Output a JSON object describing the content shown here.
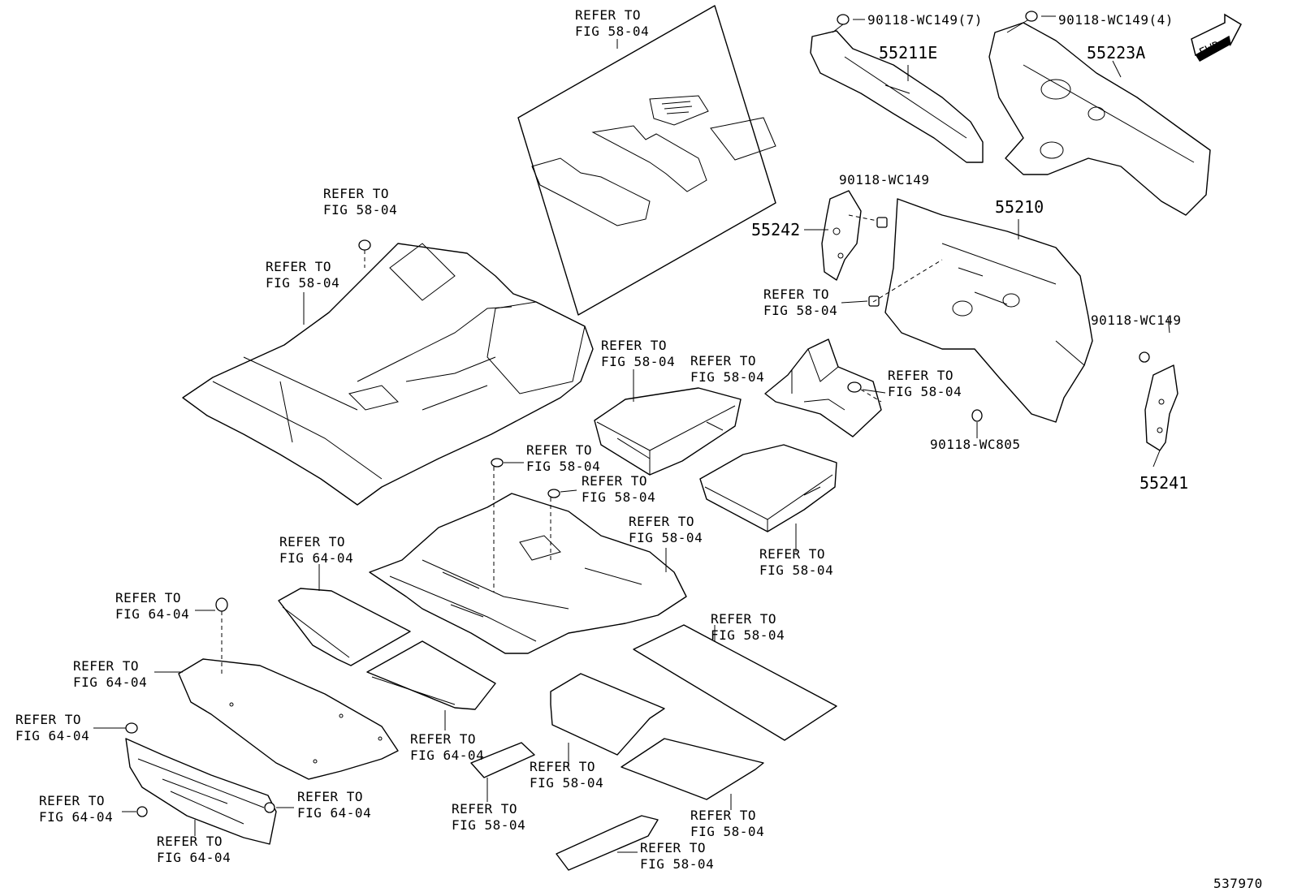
{
  "refer_58": [
    "REFER TO",
    "FIG 58-04"
  ],
  "refer_64": [
    "REFER TO",
    "FIG 64-04"
  ],
  "part_numbers": {
    "p55211E": "55211E",
    "p55223A": "55223A",
    "p55210": "55210",
    "p55242": "55242",
    "p55241": "55241"
  },
  "fasteners": {
    "f_wc149_7": "90118-WC149(7)",
    "f_wc149_4": "90118-WC149(4)",
    "f_wc149_a": "90118-WC149",
    "f_wc149_b": "90118-WC149",
    "f_wc805": "90118-WC805"
  },
  "fwd_badge": "FWD",
  "diagram_id": "537970"
}
